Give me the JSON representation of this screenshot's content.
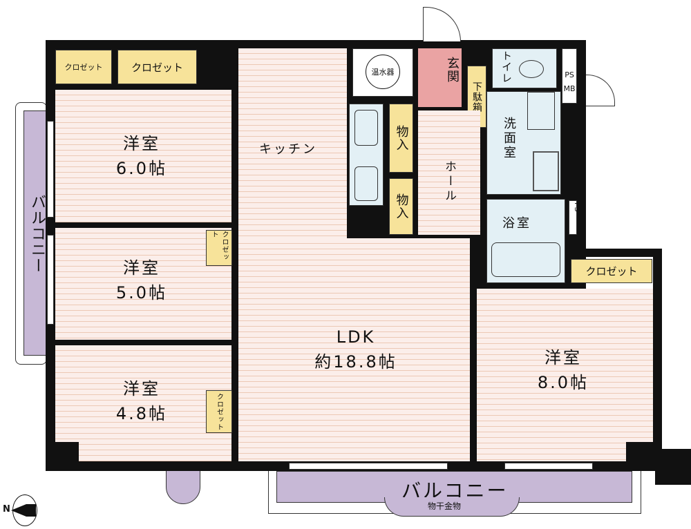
{
  "rooms": {
    "western_6": {
      "name": "洋室",
      "size": "6.0帖"
    },
    "western_5": {
      "name": "洋室",
      "size": "5.0帖"
    },
    "western_48": {
      "name": "洋室",
      "size": "4.8帖"
    },
    "western_8": {
      "name": "洋室",
      "size": "8.0帖"
    },
    "kitchen": "キッチン",
    "ldk": {
      "name": "LDK",
      "size": "約18.8帖"
    },
    "entrance": "玄関",
    "shoe_box": "下駄箱",
    "hall": "ホール",
    "toilet": "トイレ",
    "washroom": "洗面室",
    "bathroom": "浴室",
    "water_heater": "温水器",
    "storage": "物入",
    "ps": "PS",
    "mb": "MB",
    "closet": "クロゼット"
  },
  "balcony": {
    "label": "バルコニー",
    "drying_rack": "物干金物"
  },
  "compass": {
    "label": "N"
  },
  "colors": {
    "floor": "#fbeeea",
    "closet": "#f7e39a",
    "wet": "#e3f0f5",
    "balcony": "#c7b8d6",
    "entrance": "#eaa3a3"
  }
}
